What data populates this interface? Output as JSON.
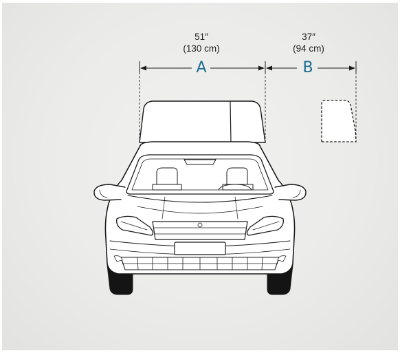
{
  "dimension_a": {
    "inches": "51″",
    "cm": "(130 cm)",
    "letter": "A"
  },
  "dimension_b": {
    "inches": "37″",
    "cm": "(94 cm)",
    "letter": "B"
  },
  "colors": {
    "background": "#ebebea",
    "line": "#1a1a1a",
    "accent": "#1f6e93"
  }
}
